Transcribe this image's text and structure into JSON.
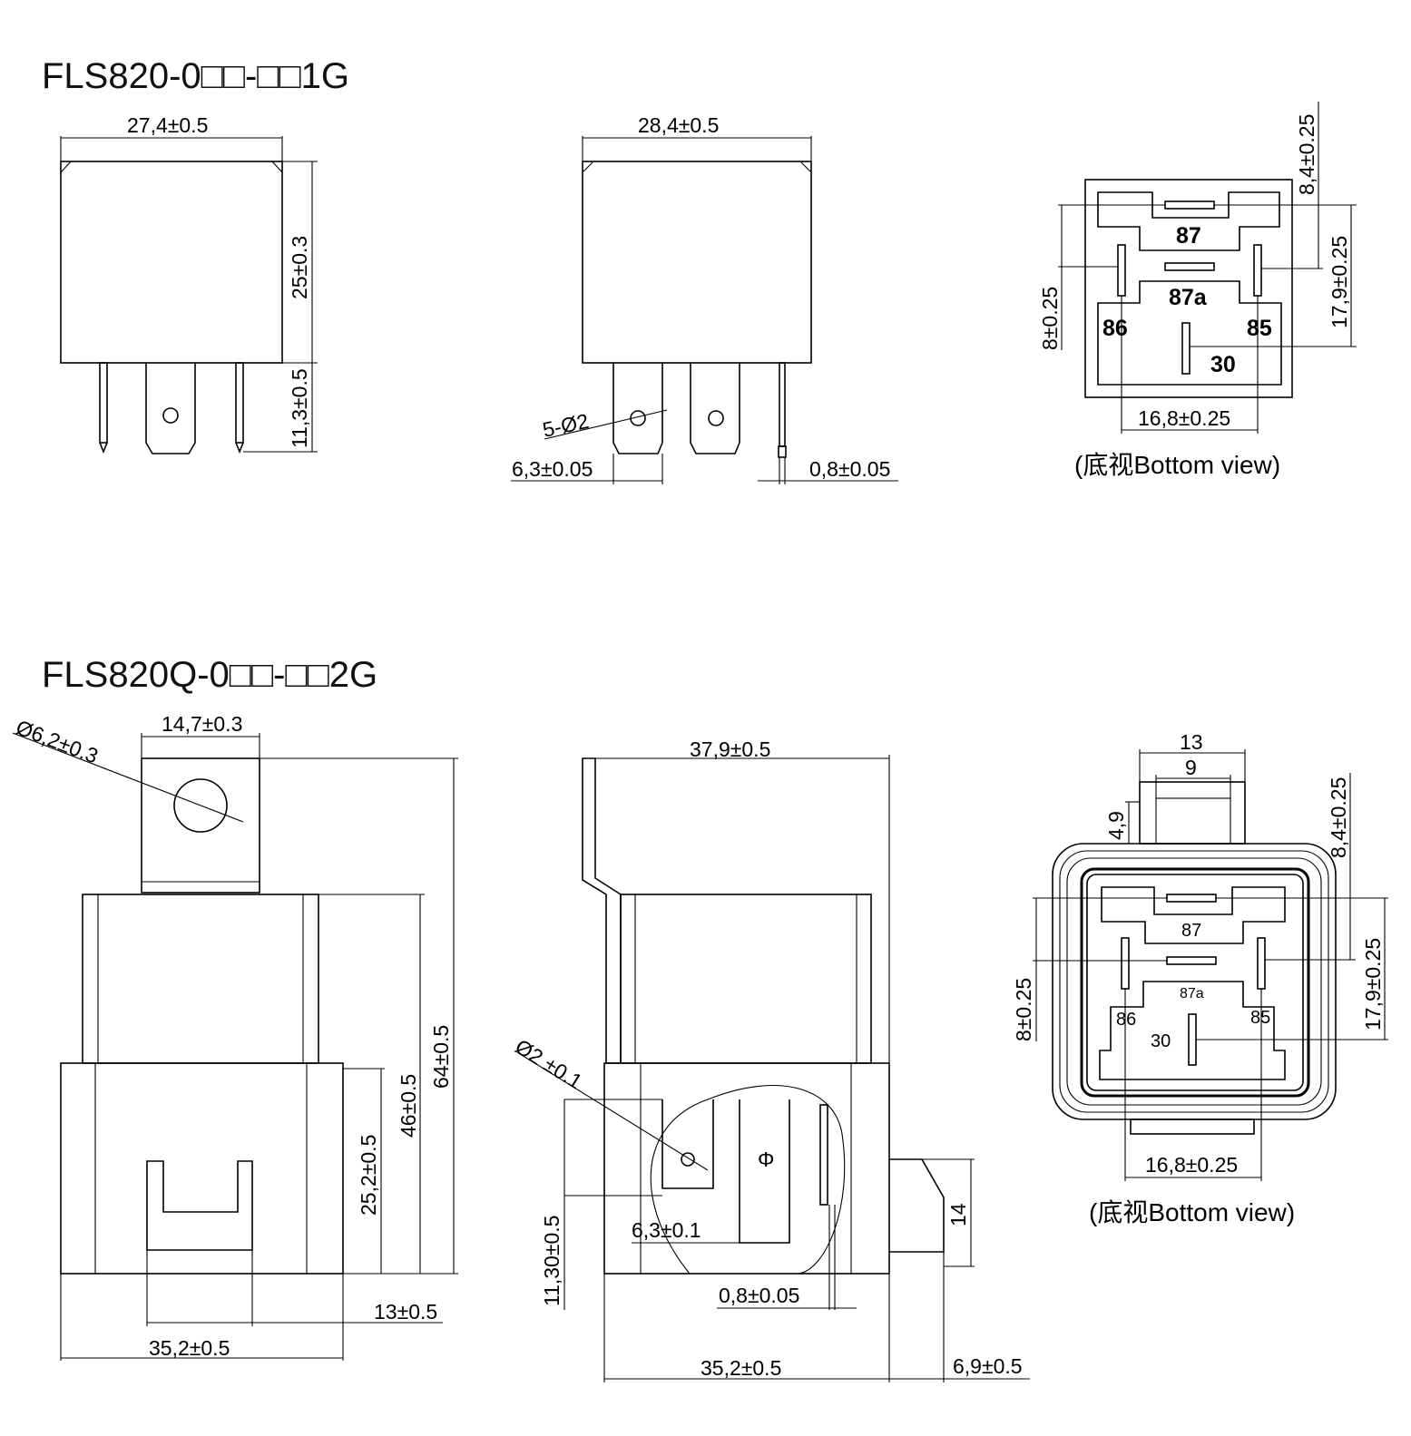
{
  "titles": {
    "top": "FLS820-0□□-□□1G",
    "bottom": "FLS820Q-0□□-□□2G"
  },
  "top_row": {
    "side_view": {
      "width_dim": "27,4±0.5",
      "height_dim": "25±0.3",
      "pin_length_dim": "11,3±0.5"
    },
    "front_view": {
      "width_dim": "28,4±0.5",
      "hole_dim": "5-Ø2",
      "tab_width_dim": "6,3±0.05",
      "pin_thickness_dim": "0,8±0.05"
    },
    "bottom_view": {
      "top_offset_dim": "8,4±0.25",
      "height_dim": "17,9±0.25",
      "left_dim": "8±0.25",
      "pitch_dim": "16,8±0.25",
      "pins": [
        "87",
        "87a",
        "86",
        "85",
        "30"
      ],
      "caption": "(底视Bottom view)"
    }
  },
  "bottom_row": {
    "side_view": {
      "hole_dim": "Ø6,2±0.3",
      "bracket_width_dim": "14,7±0.3",
      "total_height_dim": "64±0.5",
      "body_height_dim": "46±0.5",
      "base_height_dim": "25,2±0.5",
      "slot_dim": "13±0.5",
      "width_dim": "35,2±0.5"
    },
    "front_view": {
      "width_dim": "37,9±0.5",
      "hole_dim": "Ø2 ±0.1",
      "pin_length_dim": "11,30±0.5",
      "tab_width_dim": "6,3±0.1",
      "pin_thickness_dim": "0,8±0.05",
      "base_width_dim": "35,2±0.5",
      "clip_height_dim": "14",
      "clip_depth_dim": "6,9±0.5"
    },
    "bottom_view": {
      "bracket_outer_dim": "13",
      "bracket_inner_dim": "9",
      "bracket_height_dim": "4,9",
      "top_offset_dim": "8,4±0.25",
      "height_dim": "17,9±0.25",
      "left_dim": "8±0.25",
      "pitch_dim": "16,8±0.25",
      "pins": [
        "87",
        "87a",
        "86",
        "85",
        "30"
      ],
      "caption": "(底视Bottom view)"
    }
  }
}
